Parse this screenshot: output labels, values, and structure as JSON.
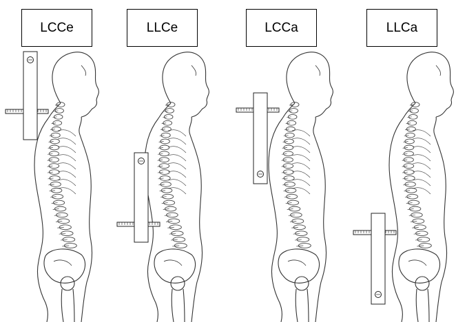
{
  "figure": {
    "panels": [
      {
        "label": "LCCe"
      },
      {
        "label": "LLCe"
      },
      {
        "label": "LCCa"
      },
      {
        "label": "LLCa"
      }
    ]
  }
}
